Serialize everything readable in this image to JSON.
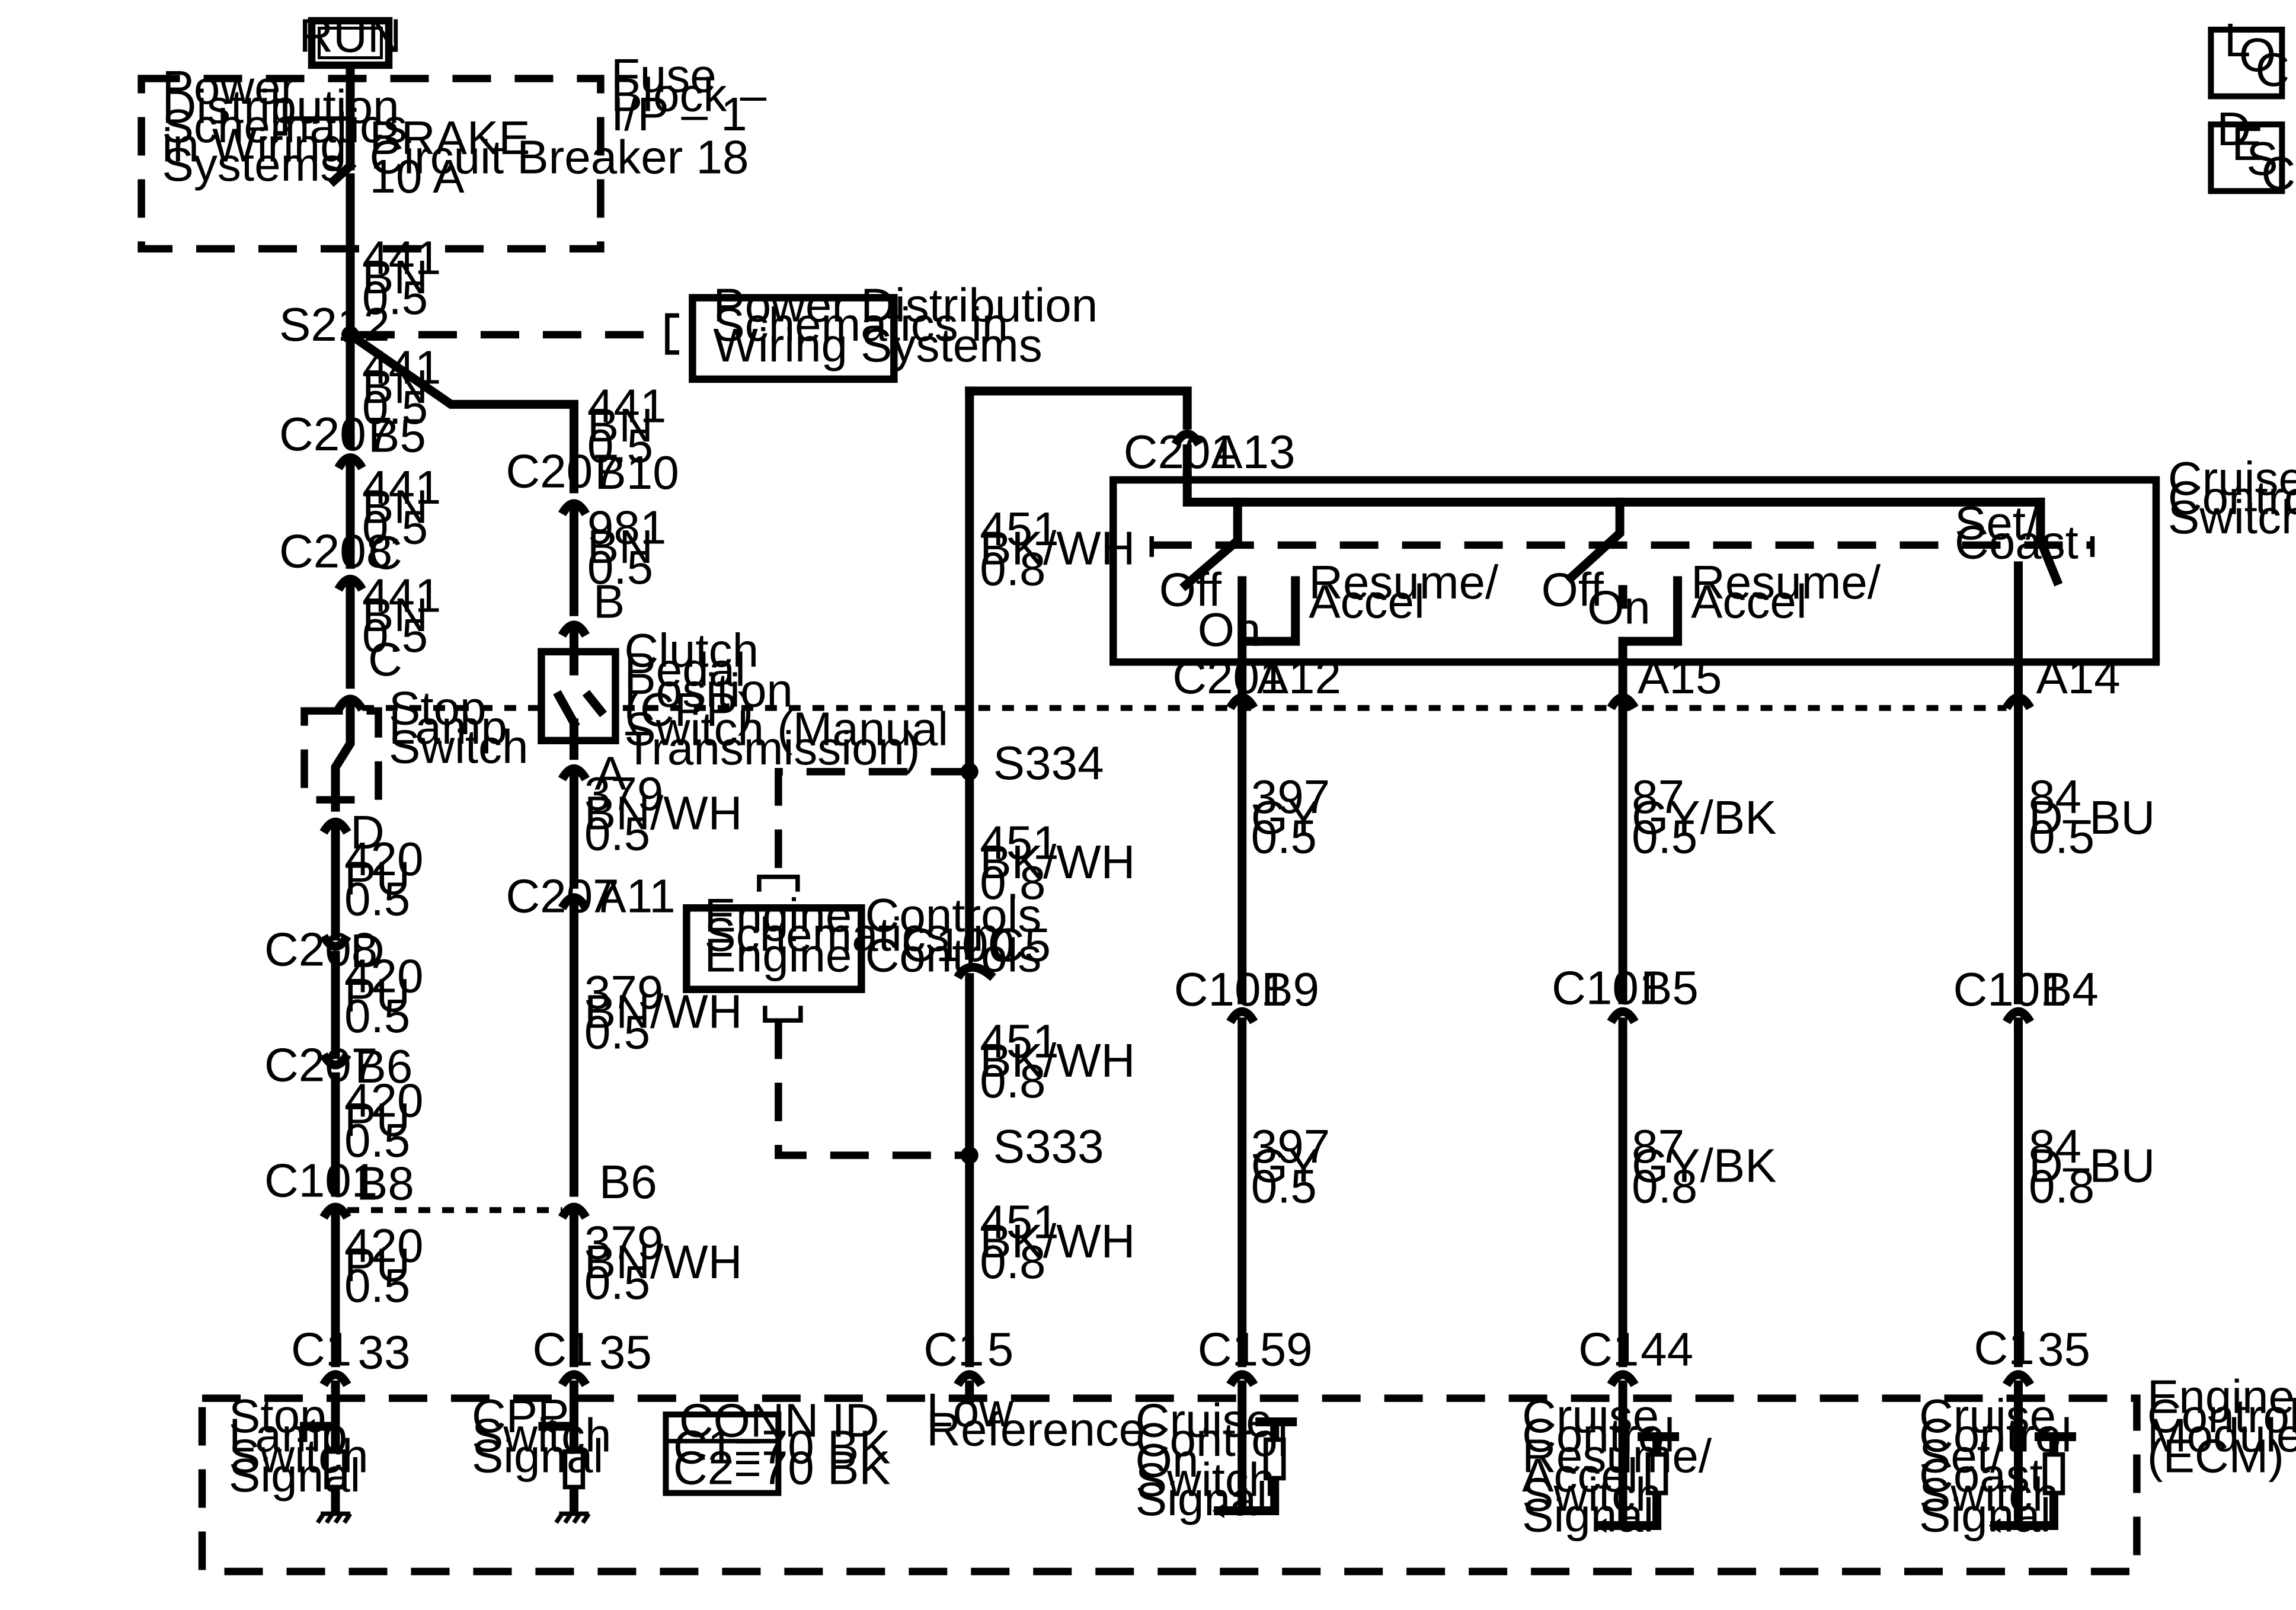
{
  "run_box": "RUN",
  "nav": {
    "loc": [
      "L",
      "O",
      "C"
    ],
    "desc": [
      "D",
      "E",
      "S",
      "C"
    ]
  },
  "fuse_block": {
    "power_ref": [
      "Power",
      "Distribution",
      "Schematics",
      "in Wiring",
      "Systems"
    ],
    "label": [
      "Fuse",
      "Block –",
      "I/P – 1"
    ],
    "breaker": [
      "BRAKE",
      "Circuit Breaker 18",
      "10 A"
    ]
  },
  "power_ref_box": [
    "Power Distribution",
    "Schematics in",
    "Wiring Systems"
  ],
  "engine_ref_box": [
    "Engine Controls",
    "Schematics in",
    "Engine Controls"
  ],
  "splices": {
    "s212": "S212",
    "s334": "S334",
    "s333": "S333"
  },
  "wires": {
    "w1": [
      "441",
      "BN",
      "0.5"
    ],
    "w2": [
      "441",
      "BN",
      "0.5"
    ],
    "w3": [
      "441",
      "BN",
      "0.5"
    ],
    "w4": [
      "441",
      "BN",
      "0.5"
    ],
    "w5": [
      "441",
      "BN",
      "0.5"
    ],
    "w6": [
      "981",
      "BN",
      "0.5"
    ],
    "w7": [
      "379",
      "BN/WH",
      "0.5"
    ],
    "w8": [
      "379",
      "BN/WH",
      "0.5"
    ],
    "w9": [
      "379",
      "BN/WH",
      "0.5"
    ],
    "w10": [
      "420",
      "PU",
      "0.5"
    ],
    "w11": [
      "420",
      "PU",
      "0.5"
    ],
    "w12": [
      "420",
      "PU",
      "0.5"
    ],
    "w13": [
      "420",
      "PU",
      "0.5"
    ],
    "w14": [
      "451",
      "BK/WH",
      "0.8"
    ],
    "w15": [
      "451",
      "BK/WH",
      "0.8"
    ],
    "w16": [
      "451",
      "BK/WH",
      "0.8"
    ],
    "w17": [
      "451",
      "BK/WH",
      "0.8"
    ],
    "w18": [
      "397",
      "GY",
      "0.5"
    ],
    "w19": [
      "397",
      "GY",
      "0.5"
    ],
    "w20": [
      "87",
      "GY/BK",
      "0.5"
    ],
    "w21": [
      "87",
      "GY/BK",
      "0.8"
    ],
    "w22": [
      "84",
      "D–BU",
      "0.5"
    ],
    "w23": [
      "84",
      "D–BU",
      "0.8"
    ]
  },
  "connectors": {
    "c207_b5": [
      "C207",
      "B5"
    ],
    "c208_c1": [
      "C208",
      "C"
    ],
    "c208_c2": [
      "C"
    ],
    "c208_d1": [
      "D"
    ],
    "c208_d2": [
      "C208",
      "D"
    ],
    "c207_b6": [
      "C207",
      "B6"
    ],
    "c101_b8": [
      "C101",
      "B8"
    ],
    "c1_33": [
      "C1",
      "33"
    ],
    "c207_b10": [
      "C207",
      "B10"
    ],
    "cpp_b": [
      "B"
    ],
    "cpp_a": [
      "A"
    ],
    "c207_a11": [
      "C207",
      "A11"
    ],
    "c101_b6": [
      "B6"
    ],
    "c1_35a": [
      "C1",
      "35"
    ],
    "c201_a13": [
      "C201",
      "A13"
    ],
    "c100_c5": [
      "C100",
      "C5"
    ],
    "c1_5": [
      "C1",
      "5"
    ],
    "c201_a12": [
      "C201",
      "A12"
    ],
    "a15": [
      "A15"
    ],
    "a14": [
      "A14"
    ],
    "c101_b9": [
      "C101",
      "B9"
    ],
    "c101_b5": [
      "C101",
      "B5"
    ],
    "c101_b4": [
      "C101",
      "B4"
    ],
    "c1_59": [
      "C1",
      "59"
    ],
    "c1_44": [
      "C1",
      "44"
    ],
    "c1_35b": [
      "C1",
      "35"
    ]
  },
  "components": {
    "stop_lamp_switch": [
      "Stop",
      "Lamp",
      "Switch"
    ],
    "cpp_switch": [
      "Clutch",
      "Pedal",
      "Position",
      "(CPP)",
      "Switch (Manual",
      "Transmission)"
    ],
    "cruise_switch": [
      "Cruise",
      "Control",
      "Switch"
    ],
    "off1": "Off",
    "on1": "On",
    "resume1": [
      "Resume/",
      "Accel"
    ],
    "off2": "Off",
    "on2": "On",
    "resume2": [
      "Resume/",
      "Accel"
    ],
    "setcoast": [
      "Set/",
      "Coast"
    ],
    "ecm": [
      "Engine",
      "Control",
      "Module",
      "(ECM)"
    ]
  },
  "ecm_signals": {
    "stop": [
      "Stop",
      "Lamp",
      "Switch",
      "Signal"
    ],
    "cpp": [
      "CPP",
      "Switch",
      "Signal"
    ],
    "lowref": [
      "Low",
      "Reference"
    ],
    "on": [
      "Cruise",
      "Control",
      "On",
      "Switch",
      "Signal"
    ],
    "resume": [
      "Cruise",
      "Control",
      "Resume/",
      "Accel",
      "Switch",
      "Signal"
    ],
    "set": [
      "Cruise",
      "Control",
      "Set/",
      "Coast",
      "Switch",
      "Signal"
    ]
  },
  "conn_id": {
    "title": "CONN ID",
    "lines": [
      "C1=70 BK",
      "C2=70 BK"
    ]
  }
}
